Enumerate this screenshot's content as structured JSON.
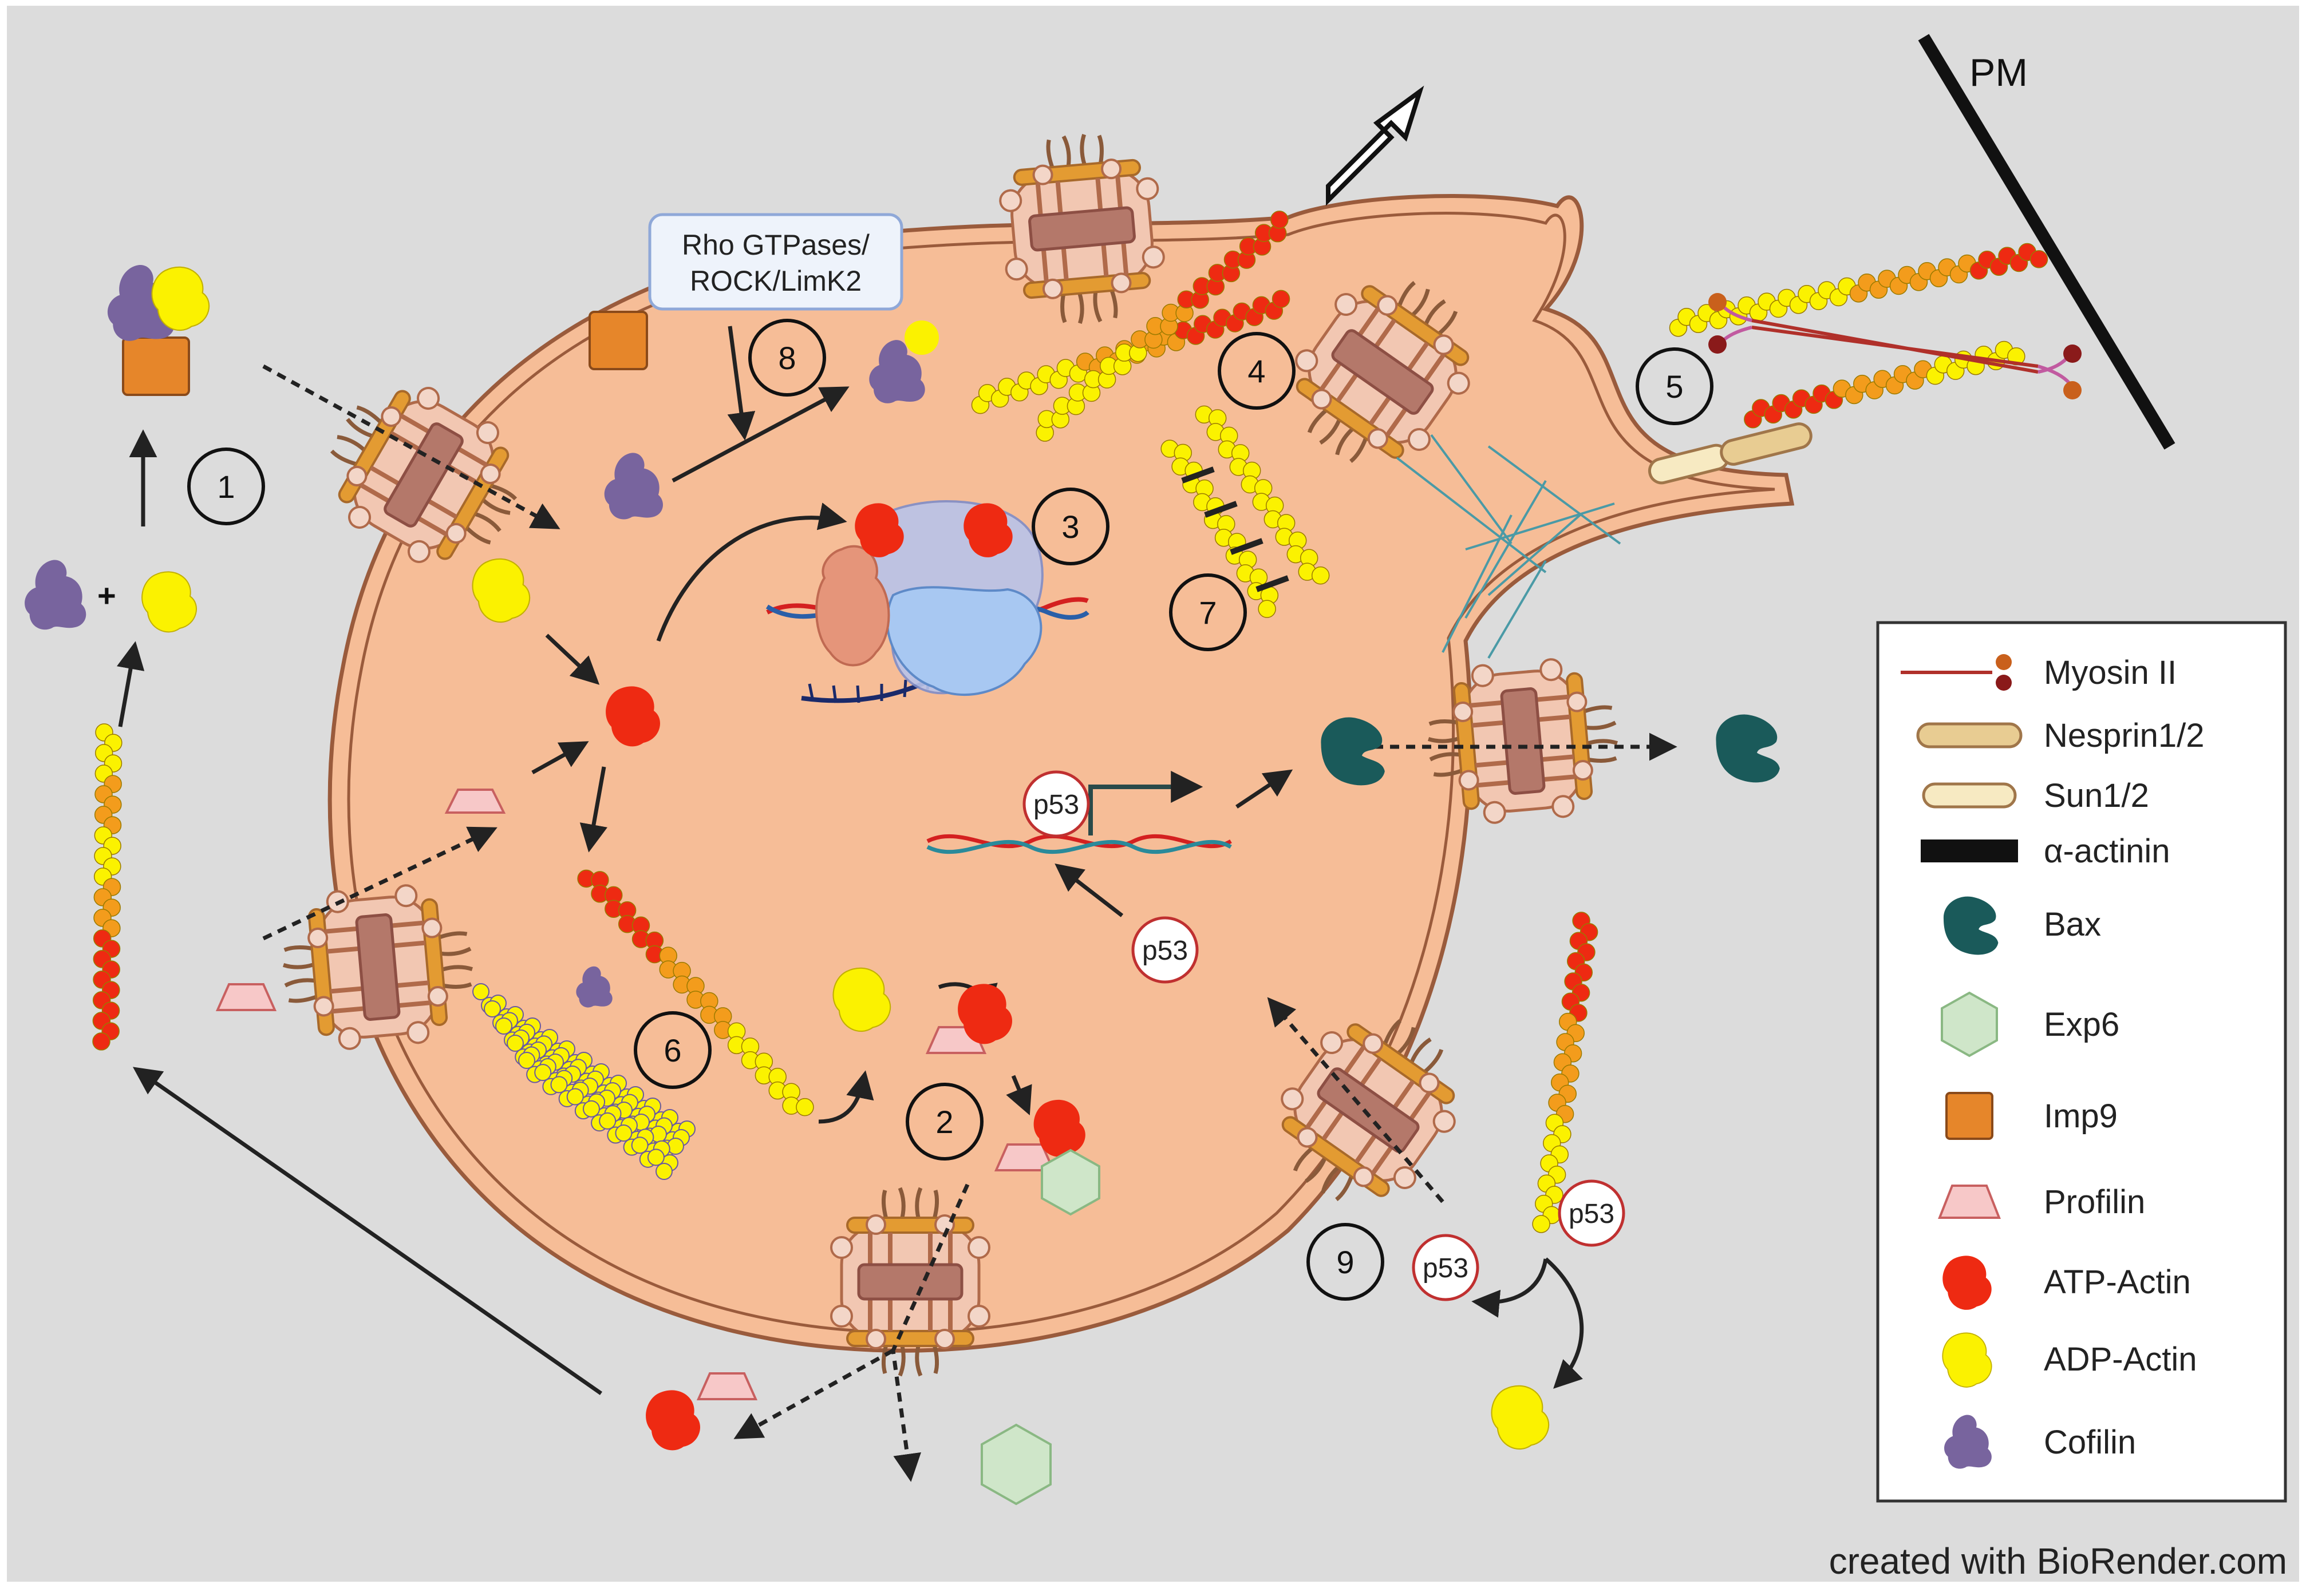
{
  "labels": {
    "pm": "PM",
    "rho_line1": "Rho GTPases/",
    "rho_line2": "ROCK/LimK2",
    "credit": "created with BioRender.com"
  },
  "steps": [
    "1",
    "2",
    "3",
    "4",
    "5",
    "6",
    "7",
    "8",
    "9"
  ],
  "p53": "p53",
  "legend": {
    "items": [
      {
        "label": "Myosin II",
        "icon": "myosin-icon"
      },
      {
        "label": "Nesprin1/2",
        "icon": "nesprin-icon"
      },
      {
        "label": "Sun1/2",
        "icon": "sun-icon"
      },
      {
        "label": "α-actinin",
        "icon": "alpha-actinin-icon"
      },
      {
        "label": "Bax",
        "icon": "bax-icon"
      },
      {
        "label": "Exp6",
        "icon": "hexagon-icon"
      },
      {
        "label": "Imp9",
        "icon": "square-icon"
      },
      {
        "label": "Profilin",
        "icon": "trapezoid-icon"
      },
      {
        "label": "ATP-Actin",
        "icon": "red-blob-icon"
      },
      {
        "label": "ADP-Actin",
        "icon": "yellow-blob-icon"
      },
      {
        "label": "Cofilin",
        "icon": "purple-blob-icon"
      }
    ]
  },
  "colors": {
    "background": "#dcdcdc",
    "nucleus": "#f6bd97",
    "nucleus_edge": "#9a5b3c",
    "atp_actin": "#ee2a12",
    "adp_actin": "#fbf200",
    "mid_actin": "#f39c1c",
    "cofilin": "#78649e",
    "imp9": "#e6862a",
    "profilin": "#f7c8c8",
    "exp6": "#cfe6c9",
    "bax": "#1a5a5a"
  }
}
